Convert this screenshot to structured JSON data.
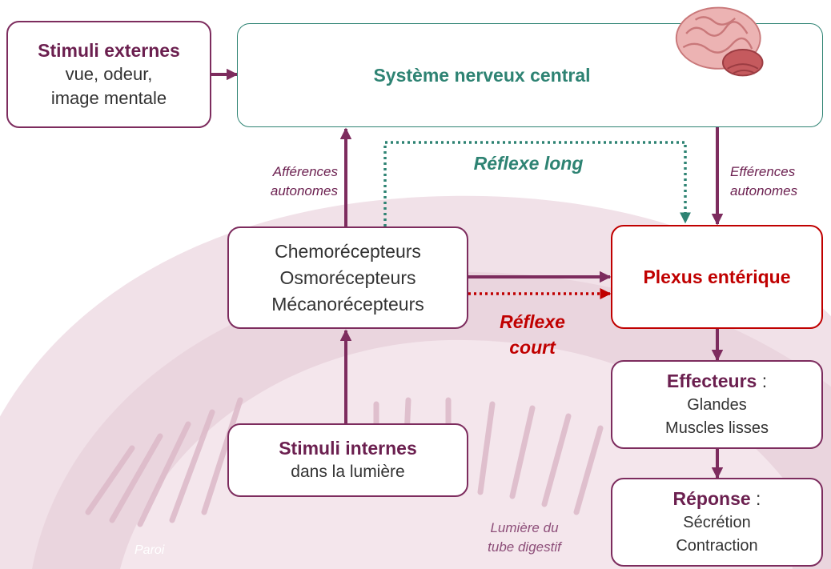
{
  "stimuli_externes": {
    "title": "Stimuli externes",
    "line1": "vue, odeur,",
    "line2": "image mentale"
  },
  "snc": {
    "title": "Système nerveux central"
  },
  "receptors": {
    "items": [
      "Chemorécepteurs",
      "Osmorécepteurs",
      "Mécanorécepteurs"
    ]
  },
  "plexus": {
    "title": "Plexus entérique"
  },
  "stimuli_internes": {
    "title": "Stimuli internes",
    "subtitle": "dans la lumière"
  },
  "effecteurs": {
    "title": "Effecteurs",
    "colon": " :",
    "line1": "Glandes",
    "line2": "Muscles lisses"
  },
  "reponse": {
    "title": "Réponse",
    "colon": " :",
    "line1": "Sécrétion",
    "line2": "Contraction"
  },
  "labels": {
    "afferences_1": "Afférences",
    "afferences_2": "autonomes",
    "efferences_1": "Efférences",
    "efferences_2": "autonomes",
    "reflexe_long": "Réflexe long",
    "reflexe_court_1": "Réflexe",
    "reflexe_court_2": "court",
    "lumiere_1": "Lumière du",
    "lumiere_2": "tube digestif",
    "paroi": "Paroi"
  },
  "colors": {
    "plum": "#6b1f4f",
    "teal": "#2e8373",
    "red": "#c00000",
    "pink_tissue": "#e9d2dc"
  },
  "icons": {
    "brain": "brain-icon"
  }
}
